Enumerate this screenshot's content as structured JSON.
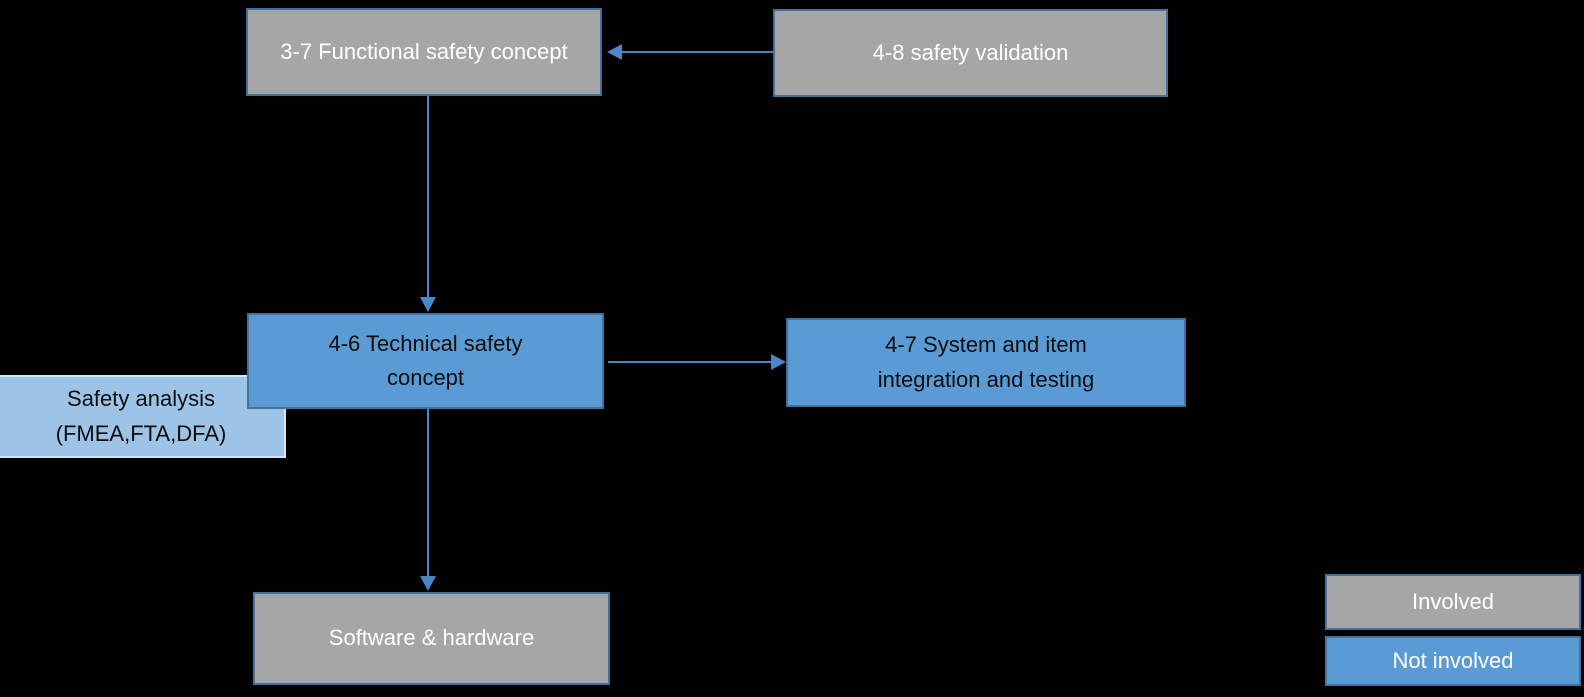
{
  "nodes": {
    "functional_safety": {
      "label": "3-7 Functional safety concept",
      "category": "involved"
    },
    "safety_validation": {
      "label": "4-8 safety validation",
      "category": "involved"
    },
    "technical_safety": {
      "label": "4-6 Technical safety concept",
      "category": "not_involved"
    },
    "system_integration": {
      "label": "4-7 System and item integration and testing",
      "category": "not_involved"
    },
    "safety_analysis": {
      "label": "Safety analysis (FMEA,FTA,DFA)",
      "category": "annotation"
    },
    "software_hardware": {
      "label": "Software & hardware",
      "category": "involved"
    }
  },
  "edges": [
    {
      "from": "safety_validation",
      "to": "functional_safety"
    },
    {
      "from": "functional_safety",
      "to": "technical_safety"
    },
    {
      "from": "technical_safety",
      "to": "system_integration"
    },
    {
      "from": "technical_safety",
      "to": "software_hardware"
    }
  ],
  "legend": {
    "involved": {
      "label": "Involved",
      "color": "#a6a6a6"
    },
    "not_involved": {
      "label": "Not involved",
      "color": "#5b9bd5"
    }
  },
  "colors": {
    "background": "#000000",
    "involved_fill": "#a6a6a6",
    "not_involved_fill": "#5b9bd5",
    "annotation_fill": "#9dc3e6",
    "box_border": "#41719c",
    "annotation_border": "#d5e5f4",
    "arrow": "#4a86c8",
    "involved_text": "#ffffff",
    "not_involved_text": "#0d0d0d",
    "legend_text": "#ffffff"
  }
}
